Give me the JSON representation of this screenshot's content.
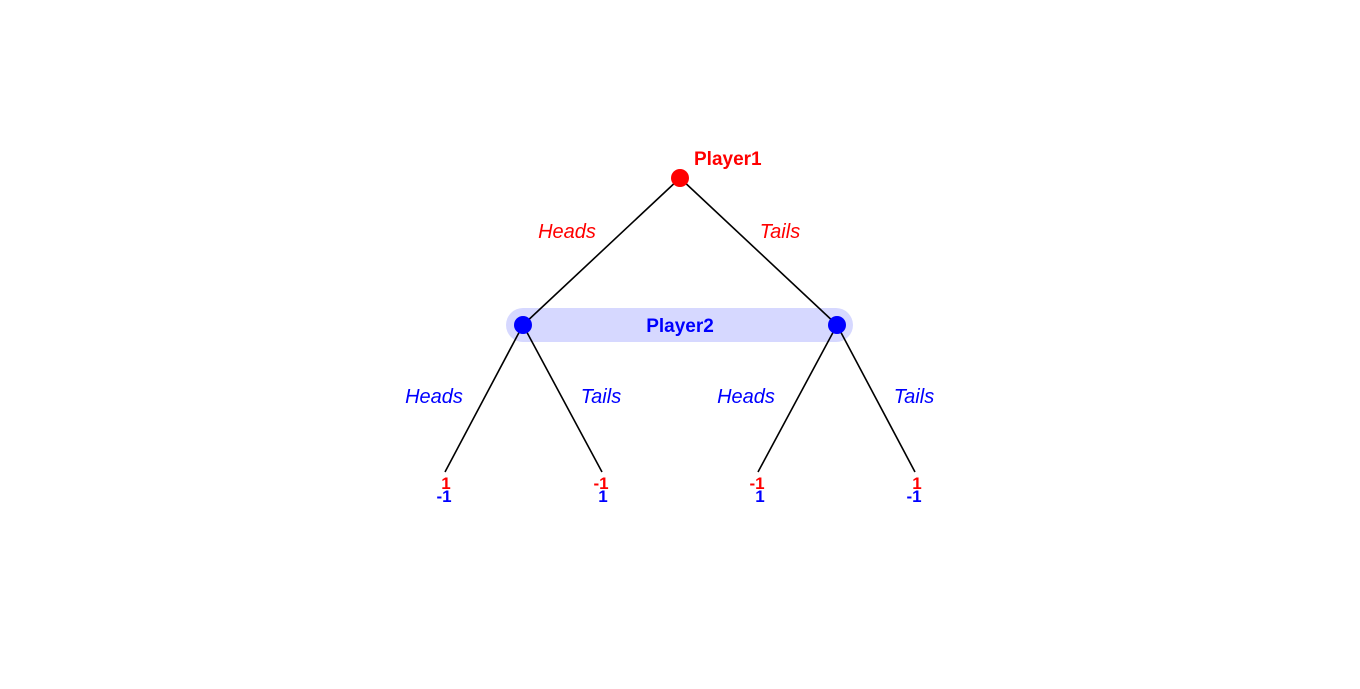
{
  "colors": {
    "player1": "#ff0000",
    "player2": "#0000ff",
    "info_set_fill": "#d6d8ff",
    "edge": "#000000"
  },
  "players": {
    "player1": "Player1",
    "player2": "Player2"
  },
  "root_moves": {
    "left": "Heads",
    "right": "Tails"
  },
  "p2_moves": [
    {
      "left": "Heads",
      "right": "Tails"
    },
    {
      "left": "Heads",
      "right": "Tails"
    }
  ],
  "payoffs": [
    {
      "p1": "1",
      "p2": "-1"
    },
    {
      "p1": "-1",
      "p2": "1"
    },
    {
      "p1": "-1",
      "p2": "1"
    },
    {
      "p1": "1",
      "p2": "-1"
    }
  ]
}
